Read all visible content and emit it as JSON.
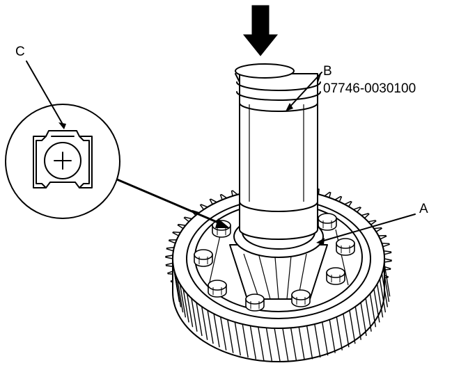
{
  "labels": {
    "a": "A",
    "b": "B",
    "b_part": "07746-0030100",
    "c": "C"
  },
  "colors": {
    "ink": "#000000",
    "paper": "#ffffff"
  }
}
